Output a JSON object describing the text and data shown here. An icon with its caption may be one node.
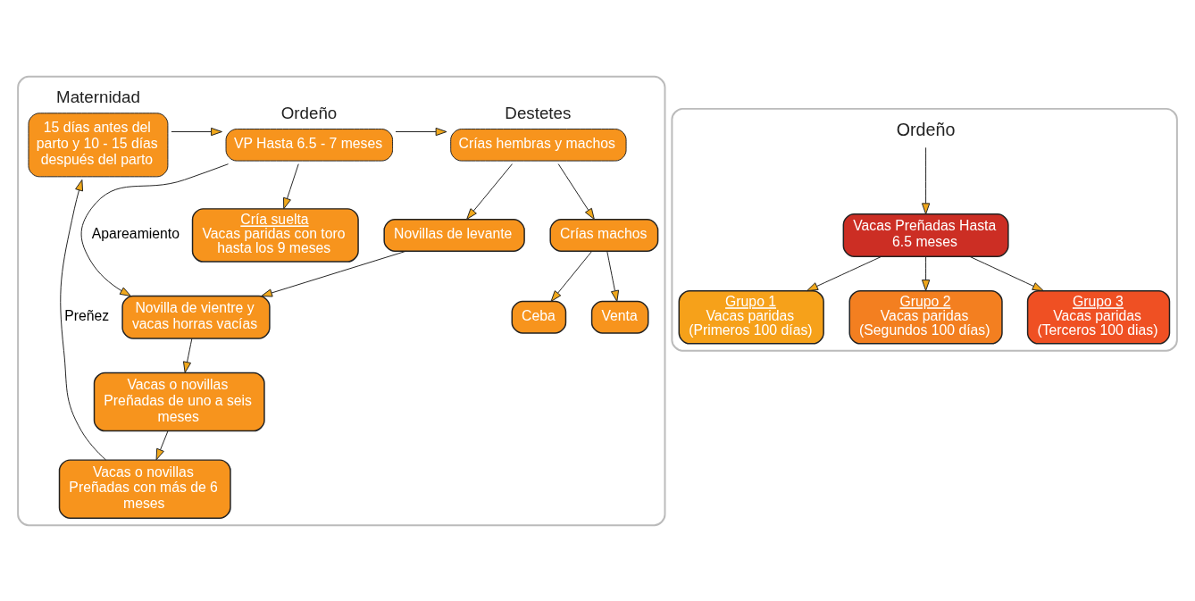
{
  "diagram": {
    "nodes": [
      {
        "text": [],
        "shape": "box"
      },
      {
        "text": [
          "Maternidad",
          "15 días antes del parto y 10 - 15 días después del parto"
        ],
        "in": 0
      },
      {
        "text": [
          "Ordeño",
          "VP Hasta 6.5 - 7 meses"
        ],
        "in": 0
      },
      {
        "text": [
          "Destetes",
          "Crías hembras y machos"
        ],
        "in": 0
      },
      {
        "text": [
          "Cría suelta",
          "Vacas paridas con toro hasta los 9 meses"
        ],
        "in": 0
      },
      {
        "text": [
          "Crías machos"
        ],
        "in": 0
      },
      {
        "text": [
          "Venta"
        ],
        "in": 0
      },
      {
        "text": [
          "Ceba"
        ],
        "in": 0
      },
      {
        "text": [
          "Vacas o novillas Preñadas con más de 6 meses"
        ],
        "in": 0
      },
      {
        "text": [
          "Vacas o novillas Preñadas de uno a seis meses"
        ],
        "in": 0
      },
      {
        "text": [
          "Novilla de vientre y vacas horras vacías"
        ],
        "in": 0
      },
      {
        "text": [
          "Novillas de levante"
        ],
        "in": 0
      },
      {
        "text": [],
        "shape": "box"
      },
      {
        "text": [
          "Ordeño"
        ],
        "in": 12
      },
      {
        "text": [
          "Vacas Preñadas Hasta 6.5 meses"
        ],
        "in": 12
      },
      {
        "text": [
          "Grupo 1",
          "Vacas paridas (Primeros 100 días)"
        ],
        "in": 12
      },
      {
        "text": [
          "Grupo 2",
          "Vacas paridas (Segundos 100 días)"
        ],
        "in": 12
      },
      {
        "text": [
          "Grupo 3",
          "Vacas paridas (Terceros 100 dias)"
        ],
        "in": 12
      }
    ],
    "edges": [
      {
        "from": 1,
        "to": 2,
        "arrow": "to"
      },
      {
        "from": 2,
        "to": 3,
        "arrow": "to"
      },
      {
        "from": 2,
        "to": 4,
        "arrow": "to"
      },
      {
        "from": 2,
        "to": 10,
        "arrow": "to",
        "label": "Apareamiento"
      },
      {
        "from": 3,
        "to": 11,
        "arrow": "to"
      },
      {
        "from": 3,
        "to": 5,
        "arrow": "to"
      },
      {
        "from": 5,
        "to": 6,
        "arrow": "to"
      },
      {
        "from": 5,
        "to": 7,
        "arrow": "to"
      },
      {
        "from": 11,
        "to": 10,
        "arrow": "to"
      },
      {
        "from": 10,
        "to": 9,
        "arrow": "to"
      },
      {
        "from": 9,
        "to": 8,
        "arrow": "to"
      },
      {
        "from": 8,
        "to": 1,
        "arrow": "to",
        "label": "Preñez"
      },
      {
        "from": 13,
        "to": 14,
        "arrow": "to"
      },
      {
        "from": 14,
        "to": 15,
        "arrow": "to"
      },
      {
        "from": 14,
        "to": 16,
        "arrow": "to"
      },
      {
        "from": 14,
        "to": 17,
        "arrow": "to"
      }
    ]
  }
}
